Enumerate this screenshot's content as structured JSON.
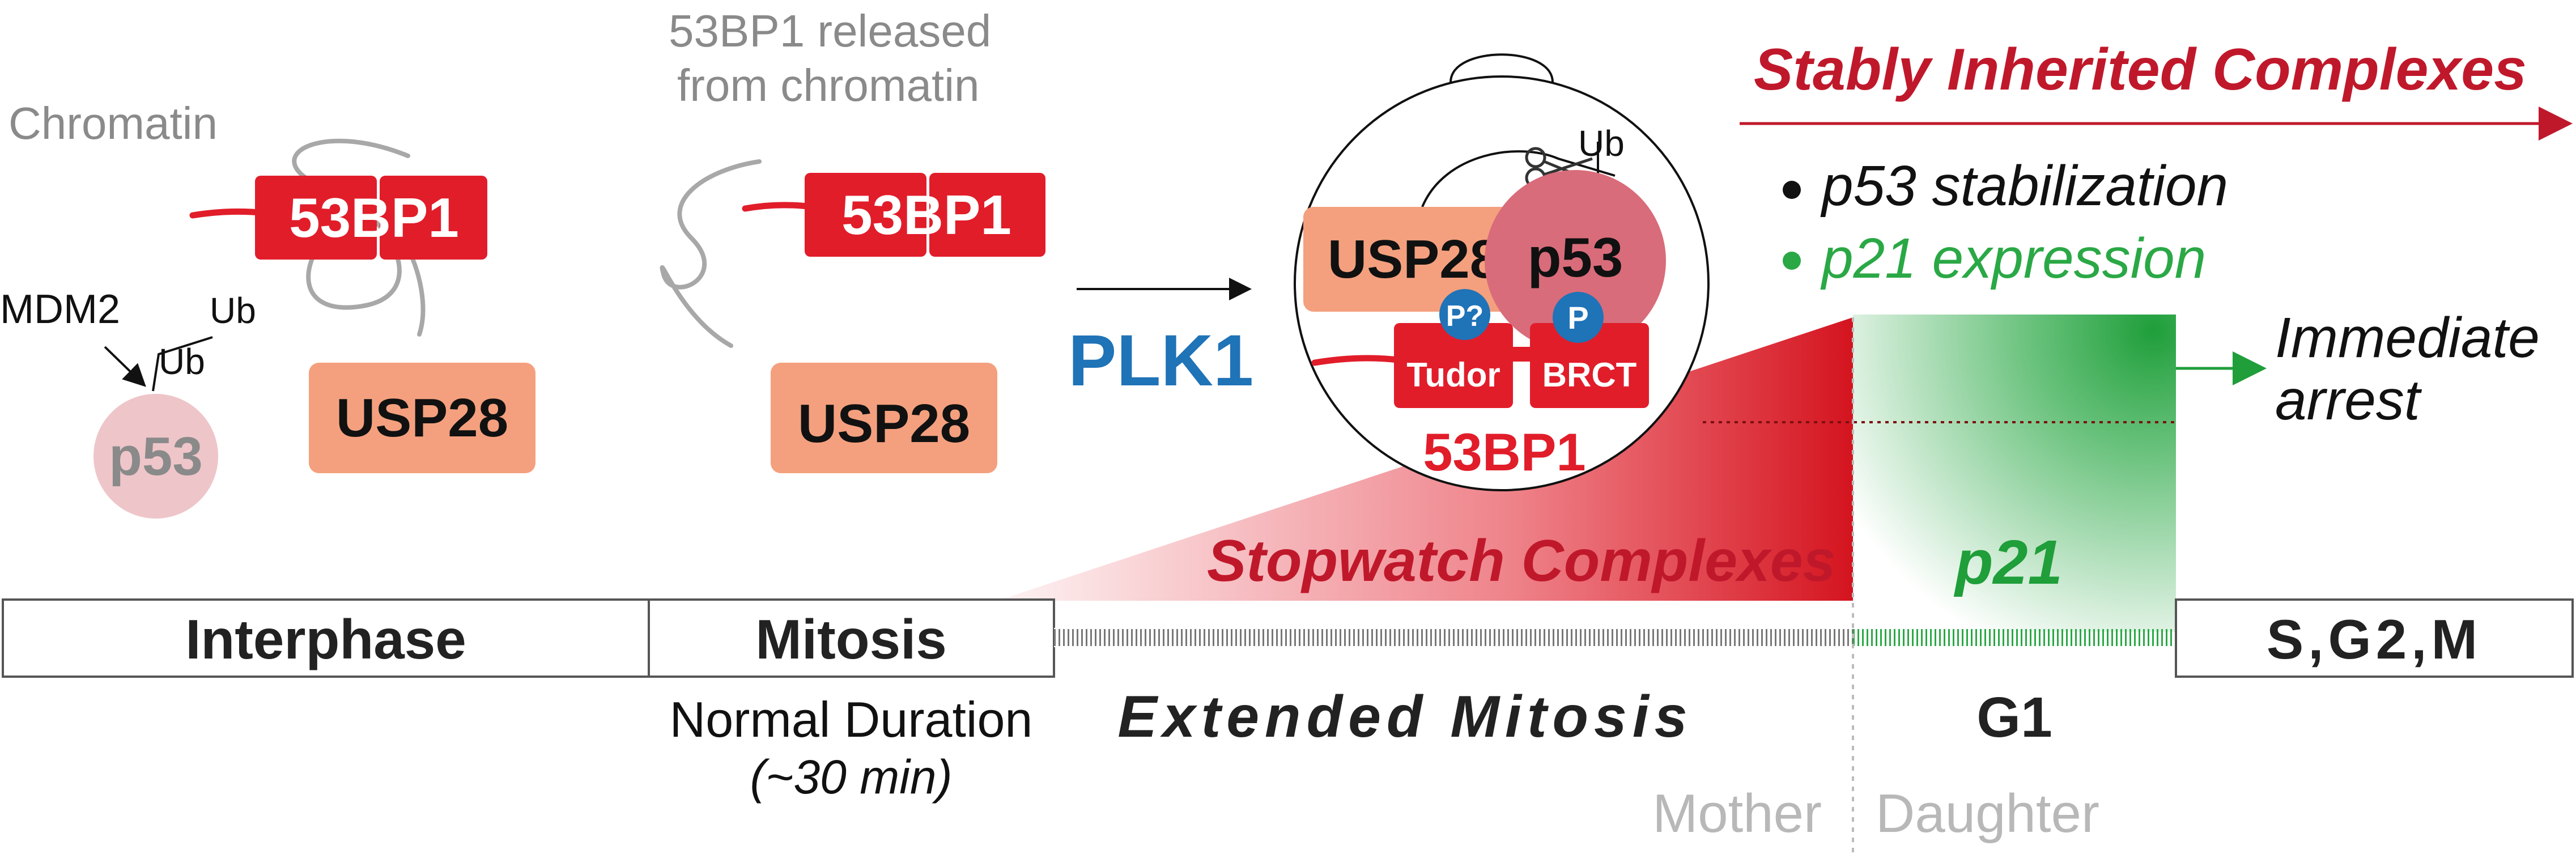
{
  "colors": {
    "red": "#e11d2a",
    "dark_red": "#c0182b",
    "salmon": "#f4a07e",
    "p53_pale": "#eec5c9",
    "p53_strong": "#d96c7a",
    "blue": "#1f73b7",
    "green": "#1f9e3a",
    "gray": "#8a8a8a",
    "light_gray": "#b8b8b8",
    "black": "#111111"
  },
  "interphase_panel": {
    "chromatin_label": "Chromatin",
    "protein_53bp1": "53BP1",
    "mdm2_label": "MDM2",
    "ub_1": "Ub",
    "ub_2": "Ub",
    "p53_label": "p53",
    "usp28_label": "USP28"
  },
  "mitosis_panel": {
    "released_line1": "53BP1 released",
    "released_line2": "from chromatin",
    "protein_53bp1": "53BP1",
    "usp28_label": "USP28",
    "plk1_label": "PLK1"
  },
  "complex_inset": {
    "ub_label": "Ub",
    "usp28_label": "USP28",
    "p53_label": "p53",
    "phospho_question": "P?",
    "phospho": "P",
    "tudor_label": "Tudor",
    "brct_label": "BRCT",
    "protein_53bp1": "53BP1",
    "icon_scissors": "scissors-icon"
  },
  "stably_inherited": {
    "title": "Stably Inherited Complexes",
    "bullet_1": "p53 stabilization",
    "bullet_2": "p21 expression",
    "outcome_line1": "Immediate",
    "outcome_line2": "arrest"
  },
  "timeline": {
    "interphase": "Interphase",
    "mitosis": "Mitosis",
    "sg2m": "S,G2,M",
    "normal_duration": "Normal Duration",
    "normal_time": "(~30 min)",
    "extended_mitosis": "Extended Mitosis",
    "g1": "G1",
    "mother": "Mother",
    "daughter": "Daughter",
    "stopwatch": "Stopwatch Complexes",
    "p21": "p21"
  }
}
